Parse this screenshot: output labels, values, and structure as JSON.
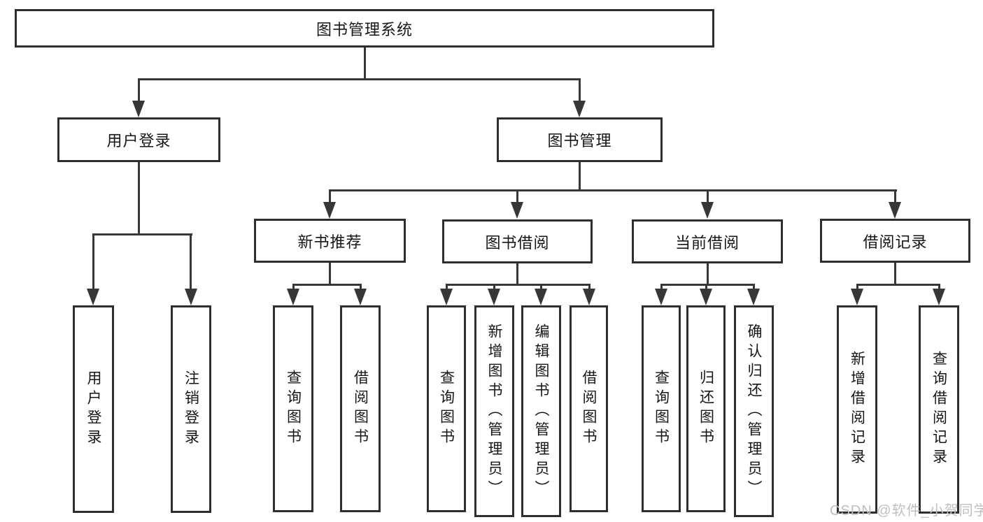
{
  "diagram": {
    "title": "图书管理系统",
    "root": {
      "label": "图书管理系统"
    },
    "level2": [
      {
        "label": "用户登录"
      },
      {
        "label": "图书管理"
      }
    ],
    "level3": [
      {
        "label": "新书推荐"
      },
      {
        "label": "图书借阅"
      },
      {
        "label": "当前借阅"
      },
      {
        "label": "借阅记录"
      }
    ],
    "leaves": [
      {
        "label": "用户登录"
      },
      {
        "label": "注销登录"
      },
      {
        "label": "查询图书"
      },
      {
        "label": "借阅图书"
      },
      {
        "label": "查询图书"
      },
      {
        "label": "新增图书（管理员）"
      },
      {
        "label": "编辑图书（管理员）"
      },
      {
        "label": "借阅图书"
      },
      {
        "label": "查询图书"
      },
      {
        "label": "归还图书"
      },
      {
        "label": "确认归还（管理员）"
      },
      {
        "label": "新增借阅记录"
      },
      {
        "label": "查询借阅记录"
      }
    ]
  },
  "watermark": {
    "text": "CSDN @软件_小贺同学"
  },
  "colors": {
    "line": "#373737",
    "box_border": "#2e2e2e",
    "text": "#161616",
    "watermark": "#bfbfbf",
    "background": "#ffffff"
  }
}
